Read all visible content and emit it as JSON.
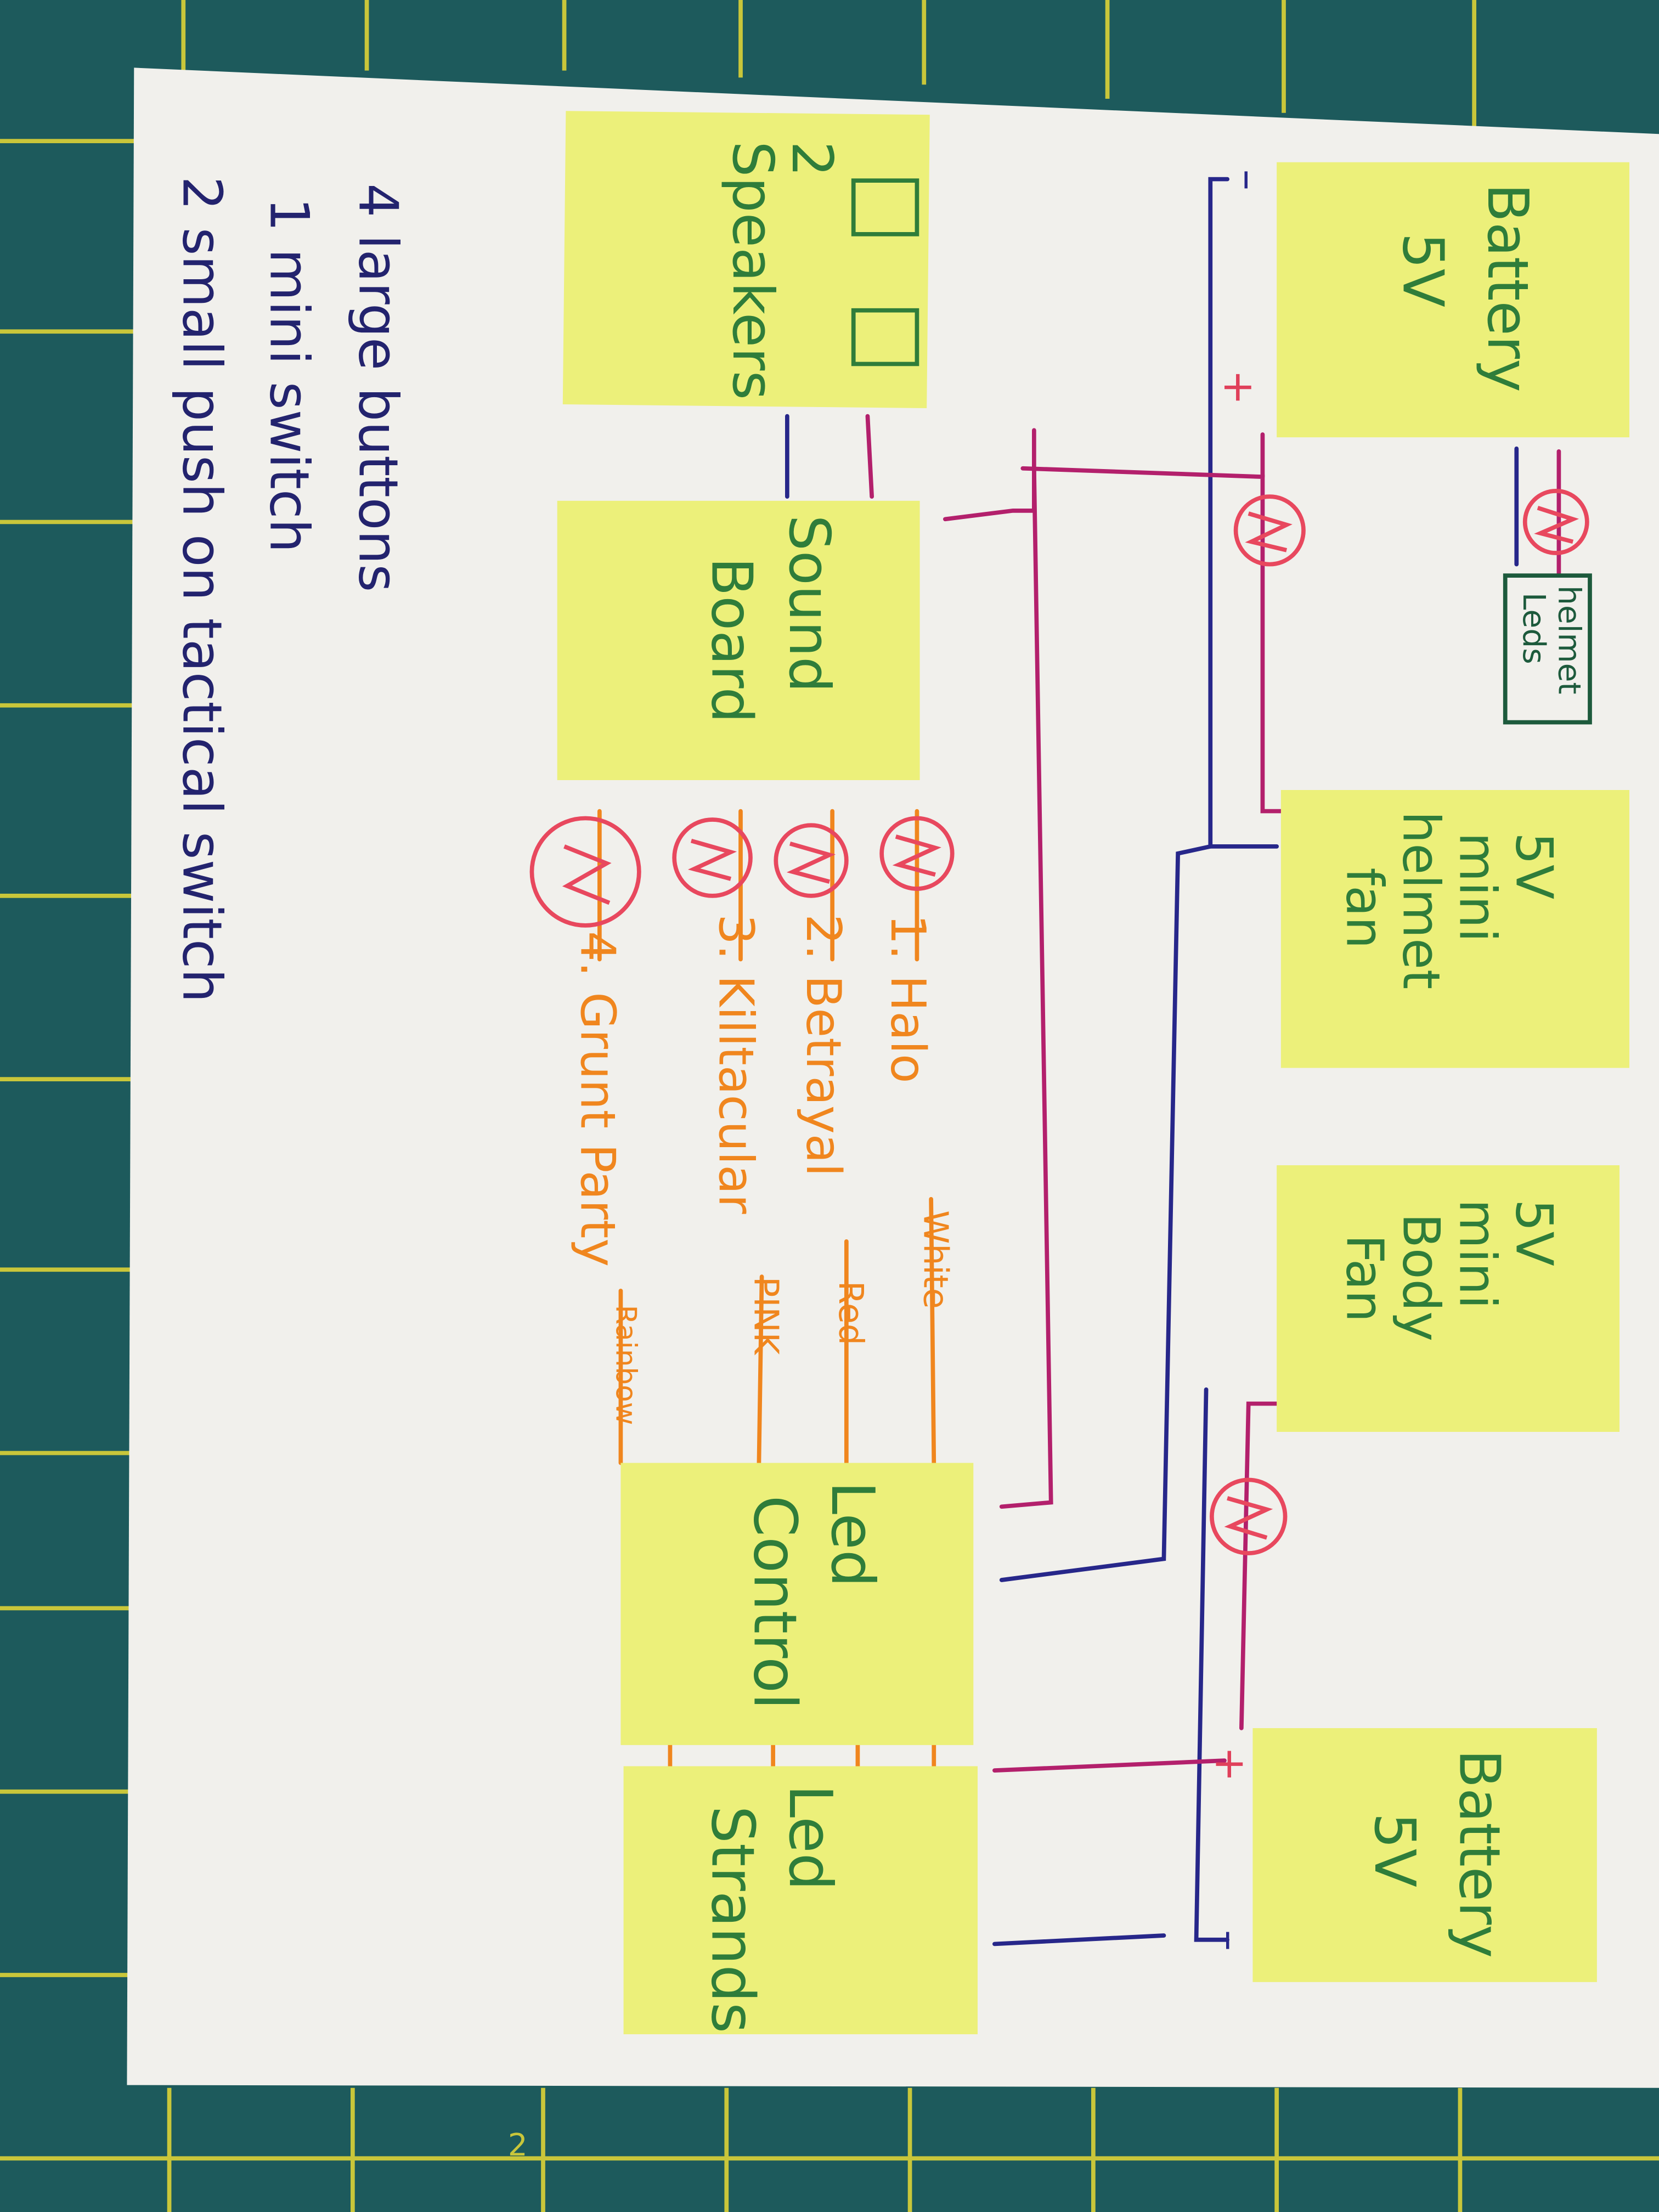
{
  "title": "Halo helmet wiring diagram (hand-drawn)",
  "colors": {
    "mat": "#1d5a5c",
    "grid": "#c9c63a",
    "paper": "#f1f0ec",
    "note": "#ecf07a",
    "positive_wire": "#b3206c",
    "negative_wire": "#27278a",
    "led_wire": "#f0861e",
    "switch": "#e8485e",
    "ink_green": "#2f7d3a"
  },
  "components": {
    "speakers": {
      "count": "2",
      "label": "Speakers"
    },
    "sound_board": {
      "line1": "Sound",
      "line2": "Board"
    },
    "battery_top": {
      "line1": "Battery",
      "line2": "5V"
    },
    "helmet_leds": {
      "line1": "helmet",
      "line2": "Leds"
    },
    "helmet_fan": {
      "line1": "5V",
      "line2": "mini",
      "line3": "helmet",
      "line4": "fan"
    },
    "body_fan": {
      "line1": "5V",
      "line2": "mini",
      "line3": "Body",
      "line4": "Fan"
    },
    "led_control": {
      "line1": "Led",
      "line2": "Control"
    },
    "led_strands": {
      "line1": "Led",
      "line2": "Strands"
    },
    "battery_bottom": {
      "line1": "Battery",
      "line2": "5V"
    }
  },
  "polarity": {
    "plus": "+",
    "minus": "–"
  },
  "buttons": [
    {
      "label": "1. Halo",
      "color": "White"
    },
    {
      "label": "2. Betrayal",
      "color": "Red"
    },
    {
      "label": "3. Killtacular",
      "color": "PINK"
    },
    {
      "label": "4. Grunt Party",
      "color": "Rainbow"
    }
  ],
  "parts_list": [
    "4 large buttons",
    "1 mini switch",
    "2 small push on tactical switch"
  ],
  "mat_marking": "2"
}
